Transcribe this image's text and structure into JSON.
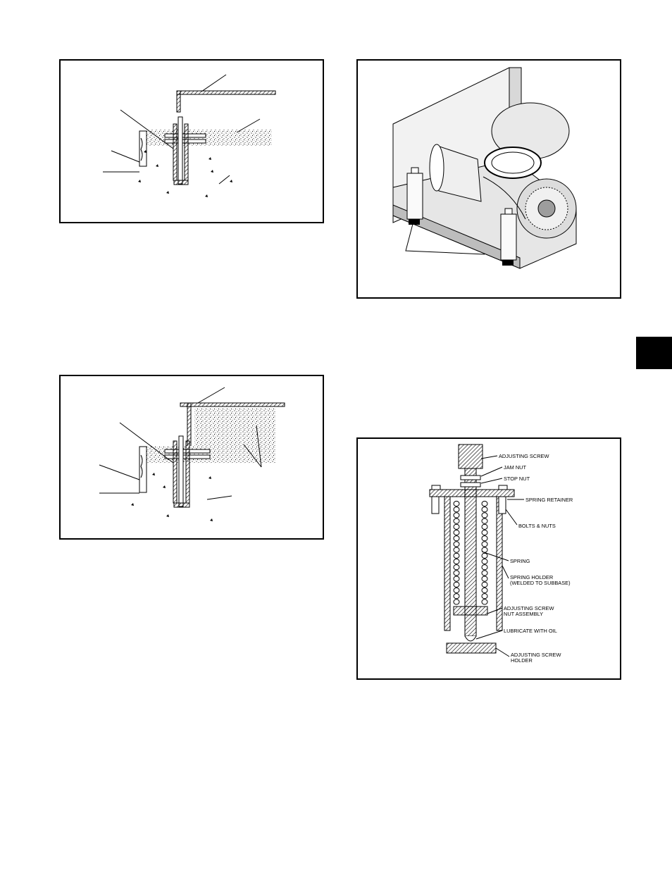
{
  "page": {
    "section_tab_color": "#000000"
  },
  "figures": {
    "spring_isolator": {
      "labels": {
        "adjusting_screw": "ADJUSTING SCREW",
        "jam_nut": "JAM NUT",
        "stop_nut": "STOP NUT",
        "spring_retainer": "SPRING RETAINER",
        "bolts_nuts": "BOLTS & NUTS",
        "spring": "SPRING",
        "spring_holder_1": "SPRING HOLDER",
        "spring_holder_2": "(WELDED TO SUBBASE)",
        "screw_nut_assembly_1": "ADJUSTING SCREW",
        "screw_nut_assembly_2": "NUT ASSEMBLY",
        "lubricate": "LUBRICATE WITH OIL",
        "screw_holder_1": "ADJUSTING SCREW",
        "screw_holder_2": "HOLDER"
      }
    }
  }
}
